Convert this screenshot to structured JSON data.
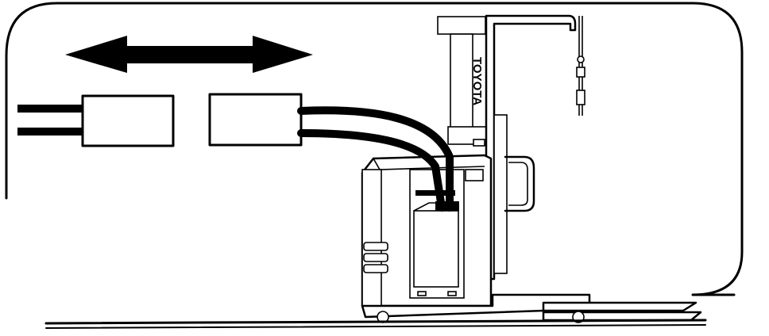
{
  "diagram": {
    "brand_text": "TOYOTA",
    "colors": {
      "line": "#000000",
      "background": "#ffffff"
    },
    "icons": [
      "double-headed-arrow",
      "forklift",
      "battery-cable-connector"
    ]
  }
}
